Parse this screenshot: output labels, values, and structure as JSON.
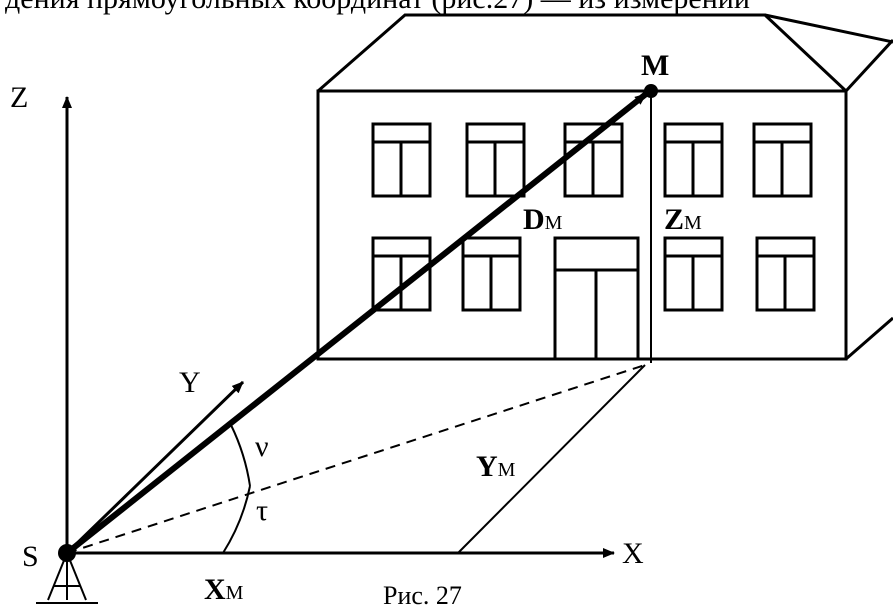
{
  "top_text": "дения прямоугольных координат (рис.27) — из измерений",
  "labels": {
    "axis_z": "Z",
    "axis_y": "Y",
    "axis_x": "X",
    "station": "S",
    "point_m": "M",
    "dm_main": "D",
    "dm_sub": "M",
    "zm_main": "Z",
    "zm_sub": "M",
    "ym_main": "Y",
    "ym_sub": "M",
    "xm_main": "X",
    "xm_sub": "M",
    "angle_nu": "ν",
    "angle_tau": "τ"
  },
  "caption": "Рис. 27"
}
